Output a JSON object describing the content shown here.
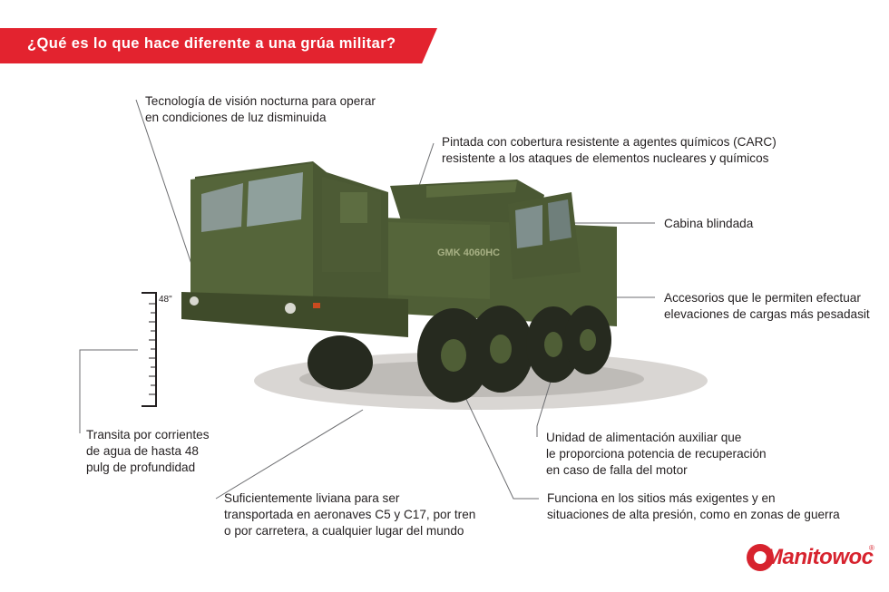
{
  "banner": {
    "title": "¿Qué es lo que hace diferente a una grúa militar?"
  },
  "callouts": {
    "night_vision": [
      "Tecnología de visión nocturna para operar",
      "en condiciones de luz disminuida"
    ],
    "carc": [
      "Pintada con cobertura resistente a agentes químicos (CARC)",
      "resistente a los ataques de elementos nucleares y químicos"
    ],
    "cab": [
      "Cabina blindada"
    ],
    "accessories": [
      "Accesorios que le permiten efectuar",
      "elevaciones de cargas más pesadasit"
    ],
    "fording": [
      "Transita por corrientes",
      "de agua de hasta 48",
      "pulg de profundidad"
    ],
    "apu": [
      "Unidad de alimentación auxiliar que",
      "le proporciona potencia de recuperación",
      "en caso de falla del motor"
    ],
    "transport": [
      "Suficientemente liviana para ser",
      "transportada en aeronaves C5 y C17, por tren",
      "o por carretera, a cualquier lugar del mundo"
    ],
    "terrain": [
      "Funciona en los sitios más exigentes y en",
      "situaciones de alta presión, como en zonas de guerra"
    ]
  },
  "gauge": {
    "label": "48\""
  },
  "vehicle": {
    "model_label": "GMK 4060HC"
  },
  "brand": {
    "logo_text": "Manitowoc",
    "registered": "®"
  },
  "colors": {
    "banner": "#e3232f",
    "olive": "#4f5e36",
    "olive_dark": "#3a4527",
    "brand": "#d7232e"
  }
}
